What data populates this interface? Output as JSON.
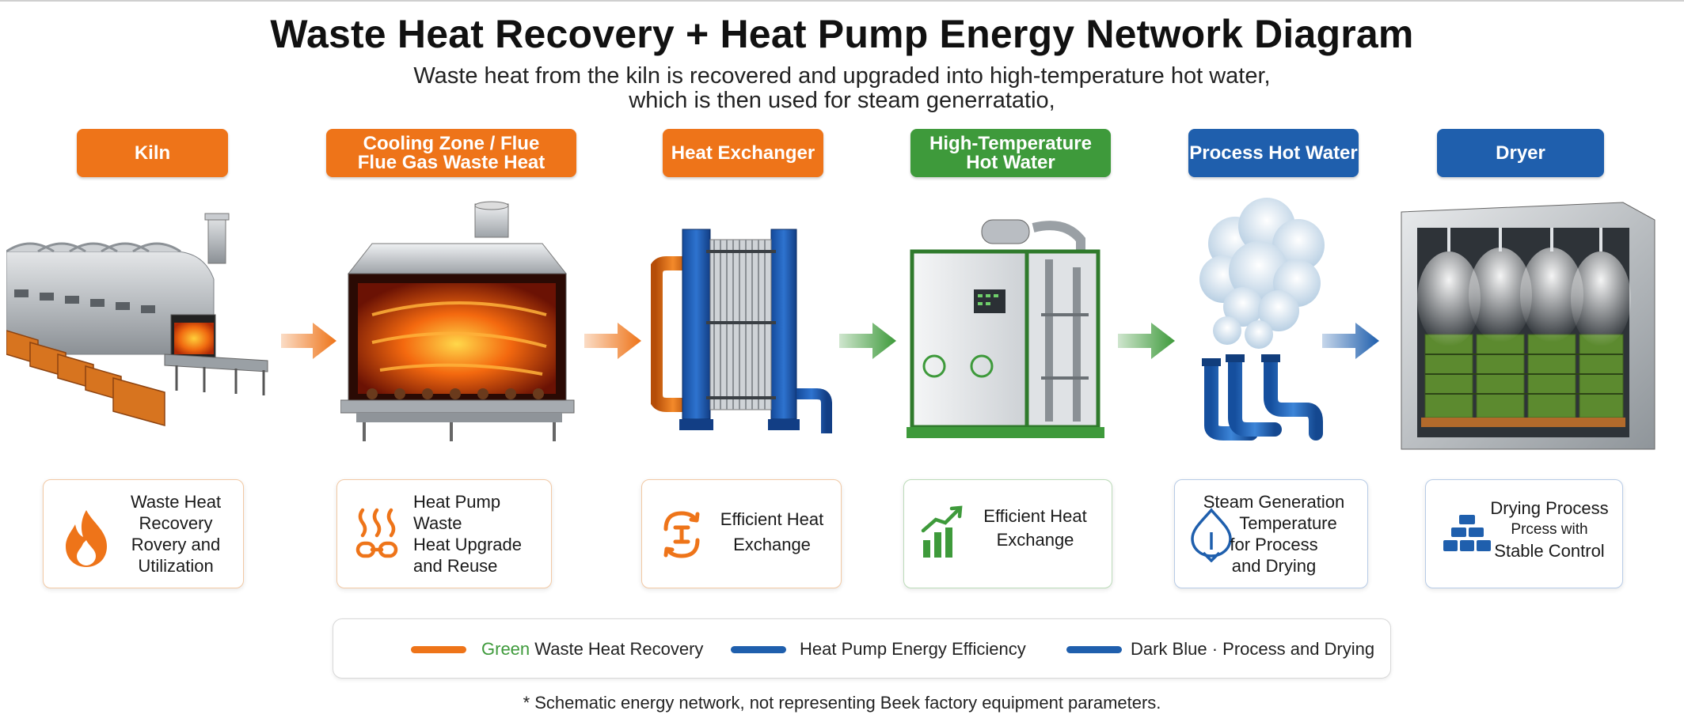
{
  "title": "Waste Heat Recovery + Heat Pump Energy Network Diagram",
  "subtitle": {
    "line1": "Waste heat from the kiln is recovered and upgraded into high-temperature hot water,",
    "line2": "which is then used for steam generratatio,"
  },
  "stages": [
    {
      "label": [
        "Kiln"
      ],
      "color": "#ee7419",
      "illustration": "kiln-illustration"
    },
    {
      "label": [
        "Cooling Zone / Flue",
        "Flue Gas Waste Heat"
      ],
      "color": "#ee7419",
      "illustration": "furnace-illustration"
    },
    {
      "label": [
        "Heat Exchanger"
      ],
      "color": "#ee7419",
      "illustration": "plate-heat-exchanger-illustration"
    },
    {
      "label": [
        "High-Temperature",
        "Hot Water"
      ],
      "color": "#3e9a3b",
      "illustration": "heat-pump-unit-illustration"
    },
    {
      "label": [
        "Process Hot Water"
      ],
      "color": "#1f5fad",
      "illustration": "steam-pipes-illustration"
    },
    {
      "label": [
        "Dryer"
      ],
      "color": "#1f5fad",
      "illustration": "dryer-chamber-illustration"
    }
  ],
  "arrows": [
    {
      "color": "#ee7419",
      "icon": "arrow-right-icon"
    },
    {
      "color": "#ee7419",
      "icon": "arrow-right-icon"
    },
    {
      "color": "#3e9a3b",
      "icon": "arrow-right-icon"
    },
    {
      "color": "#3e9a3b",
      "icon": "arrow-right-icon"
    },
    {
      "color": "#1f5fad",
      "icon": "arrow-right-icon"
    }
  ],
  "info_cards": [
    {
      "icon": "flame-icon",
      "lines": [
        "Waste Heat",
        "Recovery",
        "Rovery and",
        "Utilization"
      ]
    },
    {
      "icon": "heat-waves-icon",
      "lines": [
        "Heat Pump",
        "Waste",
        "Heat Upgrade",
        "and Reuse"
      ]
    },
    {
      "icon": "heat-exchange-icon",
      "lines": [
        "Efficient Heat",
        "Exchange"
      ]
    },
    {
      "icon": "growth-chart-icon",
      "lines": [
        "Efficient Heat",
        "Exchange"
      ]
    },
    {
      "icon": "water-drop-icon",
      "lines": [
        "Steam Generation",
        "Temperature",
        "for Process",
        "and Drying"
      ]
    },
    {
      "icon": "stacked-blocks-icon",
      "lines": [
        "Drying Process",
        "Prcess with",
        "Stable Control"
      ]
    }
  ],
  "legend": [
    {
      "color": "#ee7419",
      "label_accent": "Green",
      "label_accent_color": "#3e9a3b",
      "label": " Waste Heat Recovery"
    },
    {
      "color": "#1f5fad",
      "label": "Heat Pump Energy Efficiency"
    },
    {
      "color": "#1f5fad",
      "label": "Dark Blue · Process and Drying"
    }
  ],
  "footnote": "* Schematic energy network, not representing Beek factory equipment parameters."
}
